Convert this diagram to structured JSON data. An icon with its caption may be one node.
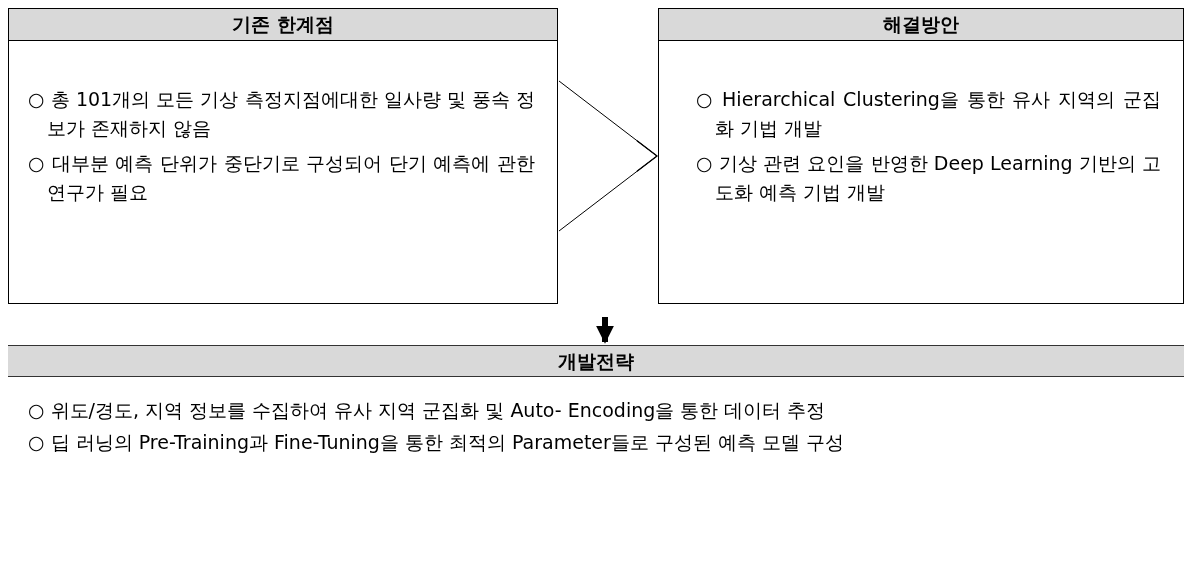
{
  "diagram": {
    "nodes": [
      {
        "text": [
          "기존 한계점",
          "○ 총 101개의 모든 기상 측정지점에대한 일사량 및 풍속 정보가 존재하지 않음",
          "○ 대부분 예측 단위가 중단기로 구성되어 단기 예측에 관한 연구가 필요"
        ]
      },
      {
        "text": [
          "해결방안",
          "○ Hierarchical Clustering을 통한 유사 지역의 군집화 기법 개발",
          "○ 기상 관련 요인을 반영한 Deep Learning 기반의 고도화 예측 기법 개발"
        ]
      },
      {
        "text": [
          "개발전략",
          "○ 위도/경도, 지역 정보를 수집하여 유사 지역 군집화 및 Auto- Encoding을 통한 데이터 추정",
          "○ 딥 러닝의 Pre-Training과 Fine-Tuning을 통한 최적의 Parameter들로 구성된 예측 모델 구성"
        ]
      }
    ],
    "edges": [
      {
        "from": 0,
        "to": 1,
        "arrow": "to"
      },
      {
        "from": null,
        "to": 2,
        "arrow": "to",
        "style": "thick"
      }
    ]
  }
}
